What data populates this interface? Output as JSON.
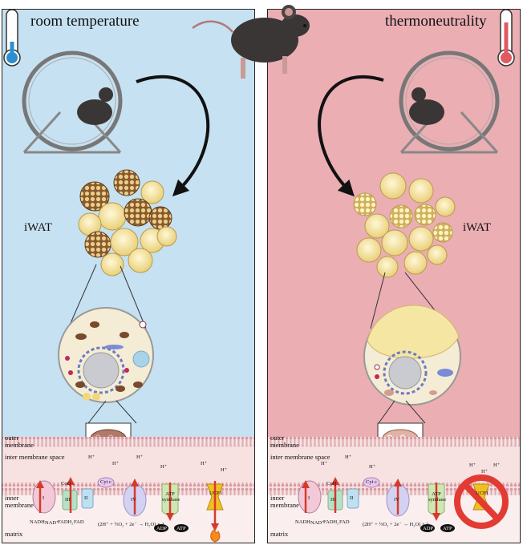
{
  "left_panel": {
    "title": "room temperature",
    "tissue_label": "iWAT",
    "bg_color": "#c6e1f1",
    "thermometer_color": "#2b8fd0"
  },
  "right_panel": {
    "title": "thermoneutrality",
    "tissue_label": "iWAT",
    "bg_color": "#eaaeb3",
    "thermometer_color": "#e05a60"
  },
  "membrane": {
    "outer_membrane": "outer membrane",
    "inter_membrane_space": "inter membrane space",
    "inner_membrane": "inner membrane",
    "matrix": "matrix",
    "proton": "H⁺",
    "complex_I": "I",
    "complex_II": "II",
    "complex_III": "III",
    "complex_IV": "IV",
    "coq": "CoQ",
    "cytc": "Cyt c",
    "atp_synthase": "ATP synthase",
    "ucp1": "UCP1",
    "nadh": "NADH",
    "nad": "NAD⁺",
    "fadh2": "FADH₂",
    "fad": "FAD",
    "reaction": "(2H⁺ + ½O₂ + 2e⁻ → H₂O) × 2",
    "adp": "ADP",
    "atp": "ATP",
    "electron": "e⁻"
  },
  "colors": {
    "brown_adipocyte": "#8b5a2b",
    "white_adipocyte": "#f6e6a4",
    "arrow_red": "#d63a2c",
    "ucp1_yellow": "#f2c01e",
    "prohibited_red": "#e23b33"
  }
}
